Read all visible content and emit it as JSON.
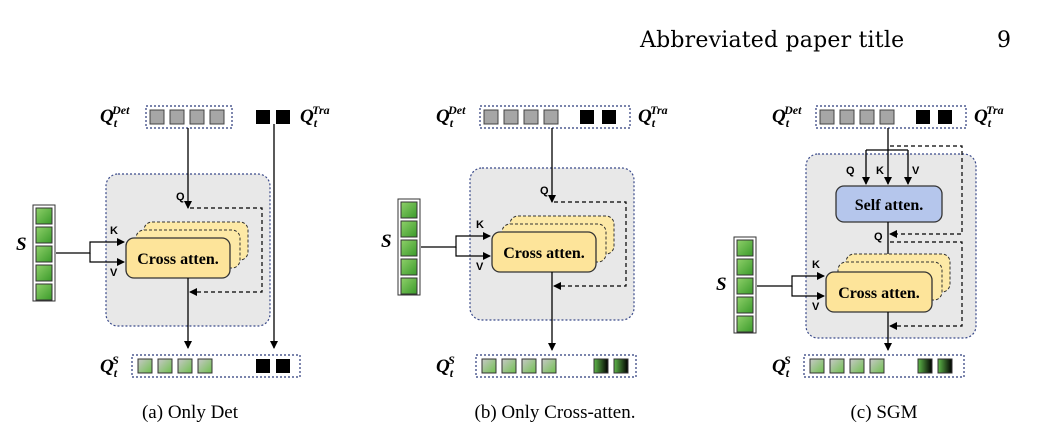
{
  "header": {
    "title": "Abbreviated paper title",
    "page_number": "9"
  },
  "labels": {
    "q_det_main": "Q",
    "q_det_sub": "t",
    "q_det_sup": "Det",
    "q_tra_main": "Q",
    "q_tra_sub": "t",
    "q_tra_sup": "Tra",
    "q_s_main": "Q",
    "q_s_sub": "t",
    "q_s_sup": "S",
    "s_label": "S",
    "k": "K",
    "q": "Q",
    "v": "V"
  },
  "blocks": {
    "cross_atten": "Cross atten.",
    "self_atten": "Self atten."
  },
  "captions": {
    "a": "(a) Only Det",
    "b": "(b) Only Cross-atten.",
    "c": "(c) SGM"
  }
}
